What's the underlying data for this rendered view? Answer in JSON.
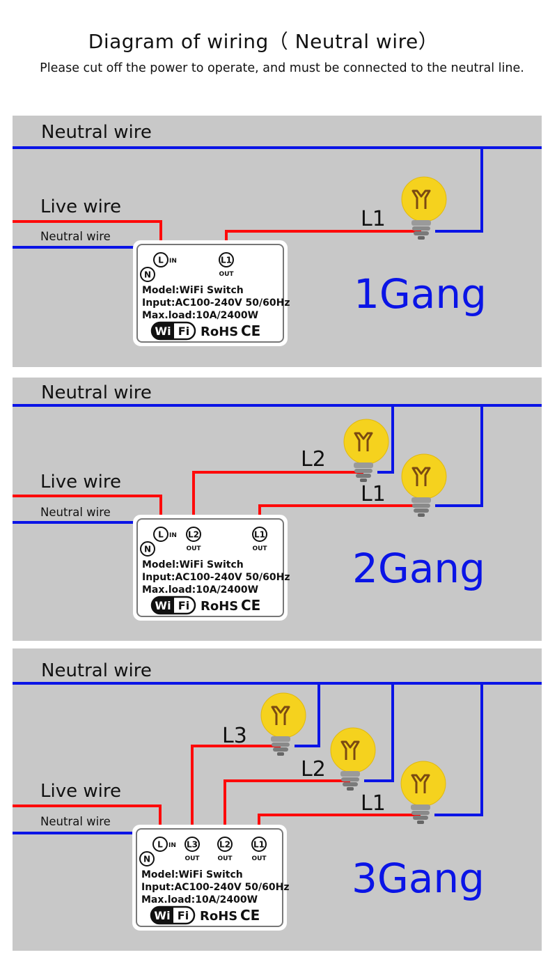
{
  "header": {
    "title": "Diagram of wiring（ Neutral wire）",
    "subtitle": "Please cut off the power to operate, and must be connected to the neutral line."
  },
  "colors": {
    "neutral": "#0a14e6",
    "live": "#ff0a0a",
    "panel": "#c8c8c8",
    "gang_text": "#0a14e6",
    "bulb": "#f5d21e"
  },
  "icons": [
    "light-bulb-icon",
    "wifi-logo-icon"
  ],
  "panels": [
    {
      "neutral_label": "Neutral wire",
      "live_label": "Live wire",
      "neutral_small_label": "Neutral wire",
      "gang_label": "1Gang",
      "terminals": {
        "n": "N",
        "l": "L",
        "in": "IN",
        "out": "OUT",
        "outputs": [
          "L1"
        ]
      },
      "loads": [
        "L1"
      ],
      "device": {
        "model": "Model:WiFi Switch",
        "input": "Input:AC100-240V 50/60Hz",
        "max_load": "Max.load:10A/2400W",
        "wifi_left": "Wi",
        "wifi_right": "Fi",
        "rohs": "RoHS",
        "ce": "CE"
      }
    },
    {
      "neutral_label": "Neutral wire",
      "live_label": "Live wire",
      "neutral_small_label": "Neutral wire",
      "gang_label": "2Gang",
      "terminals": {
        "n": "N",
        "l": "L",
        "in": "IN",
        "out": "OUT",
        "outputs": [
          "L2",
          "L1"
        ]
      },
      "loads": [
        "L2",
        "L1"
      ],
      "device": {
        "model": "Model:WiFi Switch",
        "input": "Input:AC100-240V 50/60Hz",
        "max_load": "Max.load:10A/2400W",
        "wifi_left": "Wi",
        "wifi_right": "Fi",
        "rohs": "RoHS",
        "ce": "CE"
      }
    },
    {
      "neutral_label": "Neutral wire",
      "live_label": "Live wire",
      "neutral_small_label": "Neutral wire",
      "gang_label": "3Gang",
      "terminals": {
        "n": "N",
        "l": "L",
        "in": "IN",
        "out": "OUT",
        "outputs": [
          "L3",
          "L2",
          "L1"
        ]
      },
      "loads": [
        "L3",
        "L2",
        "L1"
      ],
      "device": {
        "model": "Model:WiFi Switch",
        "input": "Input:AC100-240V 50/60Hz",
        "max_load": "Max.load:10A/2400W",
        "wifi_left": "Wi",
        "wifi_right": "Fi",
        "rohs": "RoHS",
        "ce": "CE"
      }
    }
  ]
}
